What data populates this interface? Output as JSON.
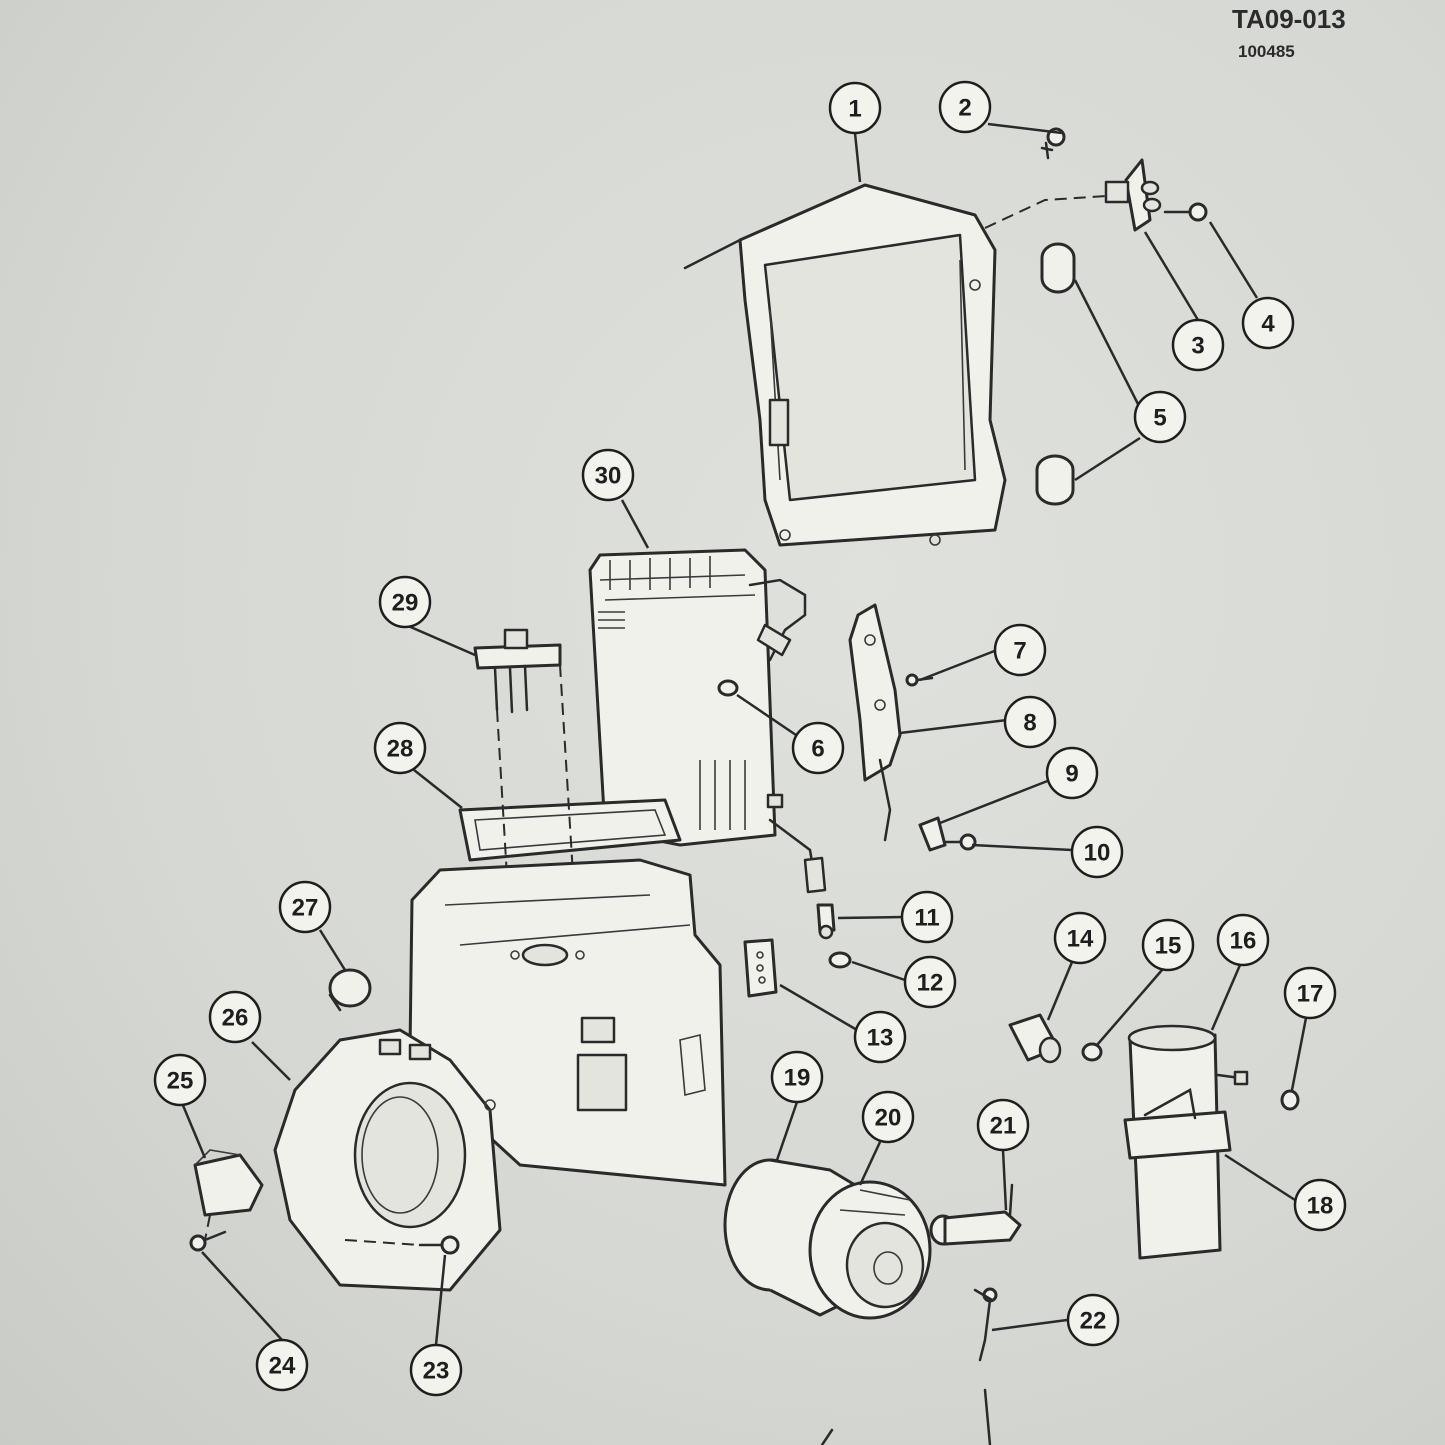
{
  "figure": {
    "id": "TA09-013",
    "number": "100485"
  },
  "callouts": [
    {
      "label": "1"
    },
    {
      "label": "2"
    },
    {
      "label": "3"
    },
    {
      "label": "4"
    },
    {
      "label": "5"
    },
    {
      "label": "6"
    },
    {
      "label": "7"
    },
    {
      "label": "8"
    },
    {
      "label": "9"
    },
    {
      "label": "10"
    },
    {
      "label": "11"
    },
    {
      "label": "12"
    },
    {
      "label": "13"
    },
    {
      "label": "14"
    },
    {
      "label": "15"
    },
    {
      "label": "16"
    },
    {
      "label": "17"
    },
    {
      "label": "18"
    },
    {
      "label": "19"
    },
    {
      "label": "20"
    },
    {
      "label": "21"
    },
    {
      "label": "22"
    },
    {
      "label": "23"
    },
    {
      "label": "24"
    },
    {
      "label": "25"
    },
    {
      "label": "26"
    },
    {
      "label": "27"
    },
    {
      "label": "28"
    },
    {
      "label": "29"
    },
    {
      "label": "30"
    }
  ]
}
